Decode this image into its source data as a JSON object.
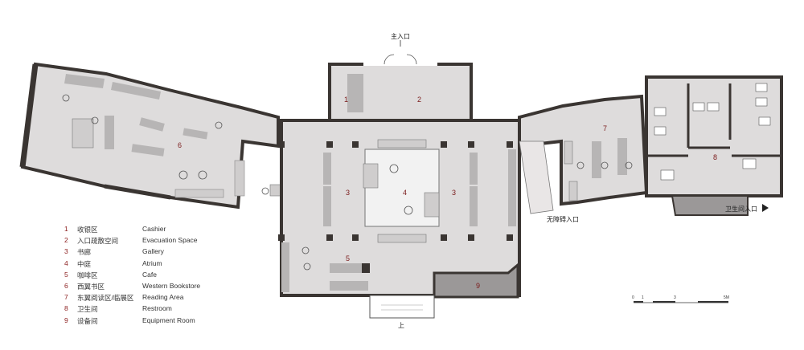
{
  "entrances": {
    "main": "主入口",
    "accessible": "无障碍入口",
    "restroom": "卫生间入口",
    "stairs_up": "上"
  },
  "zone_numbers": {
    "cashier": "1",
    "evacuation": "2",
    "gallery_left": "3",
    "gallery_right": "3",
    "atrium": "4",
    "cafe": "5",
    "western_bookstore": "6",
    "eastern_reading": "7",
    "restroom": "8",
    "equipment": "9"
  },
  "legend": [
    {
      "num": "1",
      "cn": "收银区",
      "en": "Cashier"
    },
    {
      "num": "2",
      "cn": "入口疏散空间",
      "en": "Evacuation Space"
    },
    {
      "num": "3",
      "cn": "书廊",
      "en": "Gallery"
    },
    {
      "num": "4",
      "cn": "中庭",
      "en": "Atrium"
    },
    {
      "num": "5",
      "cn": "咖啡区",
      "en": "Cafe"
    },
    {
      "num": "6",
      "cn": "西翼书区",
      "en": "Western Bookstore"
    },
    {
      "num": "7",
      "cn": "东翼阅读区/临展区",
      "en": "Reading Area"
    },
    {
      "num": "8",
      "cn": "卫生间",
      "en": "Restroom"
    },
    {
      "num": "9",
      "cn": "设备间",
      "en": "Equipment Room"
    }
  ],
  "scale_bar": {
    "ticks": [
      "0",
      "1",
      "3",
      "5M"
    ]
  },
  "colors": {
    "wall": "#3a3532",
    "floor": "#dedcdc",
    "atrium": "#f2f2f2",
    "furniture": "#b7b5b5",
    "dark_room": "#9b9898",
    "accent_red": "#8a1c1c"
  }
}
